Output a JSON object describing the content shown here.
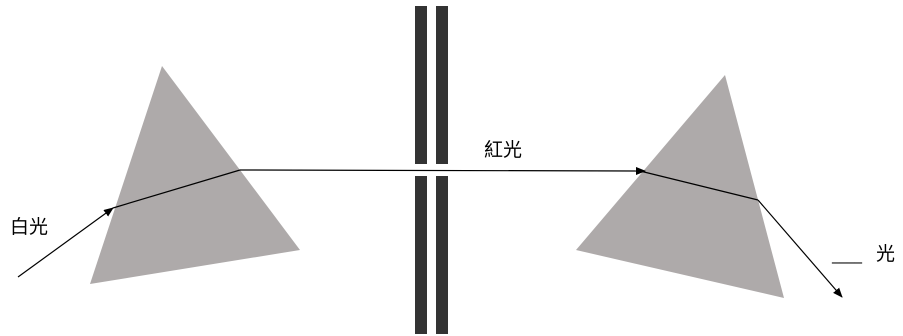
{
  "labels": {
    "incoming": "白光",
    "middle": "紅光",
    "blank": "____",
    "outgoing": "光"
  },
  "colors": {
    "prism": "#aeaaaa",
    "slit": "#333333",
    "ray": "#000000"
  }
}
